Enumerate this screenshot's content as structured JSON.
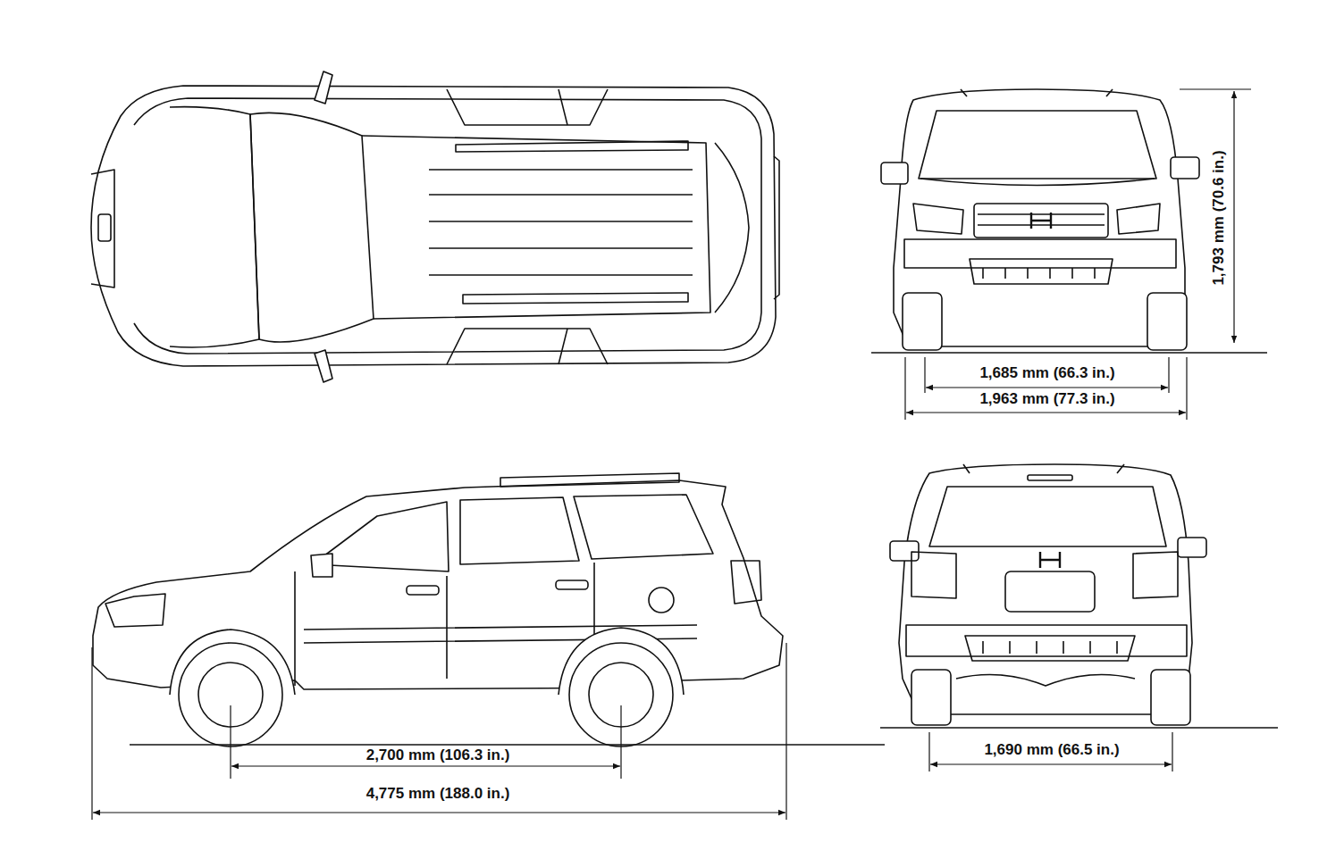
{
  "diagram": {
    "labels": [
      "1,793 mm (70.6 in.)",
      "1,685 mm (66.3 in.)",
      "1,963 mm (77.3 in.)",
      "2,700 mm (106.3 in.)",
      "4,775 mm (188.0 in.)",
      "1,690 mm (66.5 in.)"
    ]
  }
}
